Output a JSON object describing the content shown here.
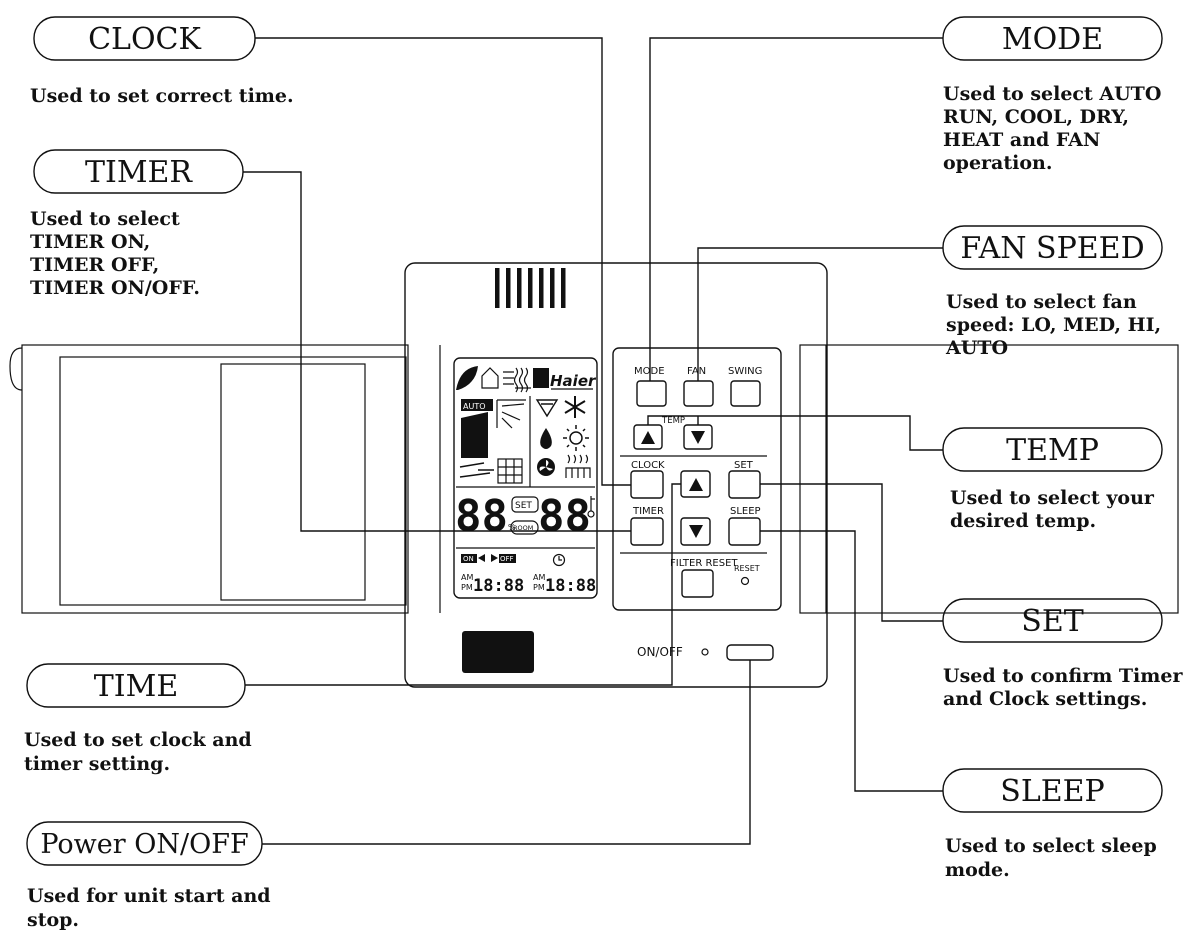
{
  "callouts": {
    "clock": {
      "title": "CLOCK",
      "desc": [
        "Used to set correct time."
      ]
    },
    "timer": {
      "title": "TIMER",
      "desc": [
        "Used to select",
        "TIMER ON,",
        "TIMER OFF,",
        "TIMER ON/OFF."
      ]
    },
    "time": {
      "title": "TIME",
      "desc": [
        "Used to set clock and",
        "timer setting."
      ]
    },
    "power": {
      "title": "Power ON/OFF",
      "desc": [
        "Used for unit start and",
        "stop."
      ]
    },
    "mode": {
      "title": "MODE",
      "desc": [
        "Used to select  AUTO",
        "RUN, COOL, DRY,",
        "HEAT and FAN",
        "operation."
      ]
    },
    "fan_speed": {
      "title": "FAN SPEED",
      "desc": [
        "Used to select fan",
        "speed: LO, MED, HI,",
        "AUTO"
      ]
    },
    "temp": {
      "title": "TEMP",
      "desc": [
        "Used to select your",
        "desired temp."
      ]
    },
    "set": {
      "title": "SET",
      "desc": [
        "Used to confirm Timer",
        "and Clock settings."
      ]
    },
    "sleep": {
      "title": "SLEEP",
      "desc": [
        "Used to select sleep",
        "mode."
      ]
    }
  },
  "panel": {
    "buttons": {
      "mode": "MODE",
      "fan": "FAN",
      "swing": "SWING",
      "temp": "TEMP",
      "clock": "CLOCK",
      "set": "SET",
      "timer": "TIMER",
      "sleep": "SLEEP",
      "filter_reset": "FILTER RESET",
      "reset": "RESET"
    },
    "on_off": "ON/OFF",
    "lcd": {
      "brand": "Haier",
      "auto": "AUTO",
      "set": "SET",
      "room": "ROOM",
      "digits_left": "88",
      "digits_right": "88",
      "on": "ON",
      "off": "OFF",
      "am": "AM",
      "pm": "PM",
      "clock_left": "18:88",
      "clock_right": "18:88"
    }
  },
  "icons": {
    "up_arrow": "triangle-up-icon",
    "down_arrow": "triangle-down-icon",
    "clock": "clock-icon",
    "snowflake": "snowflake-icon",
    "sun": "sun-icon",
    "drop": "drop-icon",
    "fan": "fan-icon",
    "leaf": "leaf-icon",
    "thermometer": "thermometer-icon"
  }
}
